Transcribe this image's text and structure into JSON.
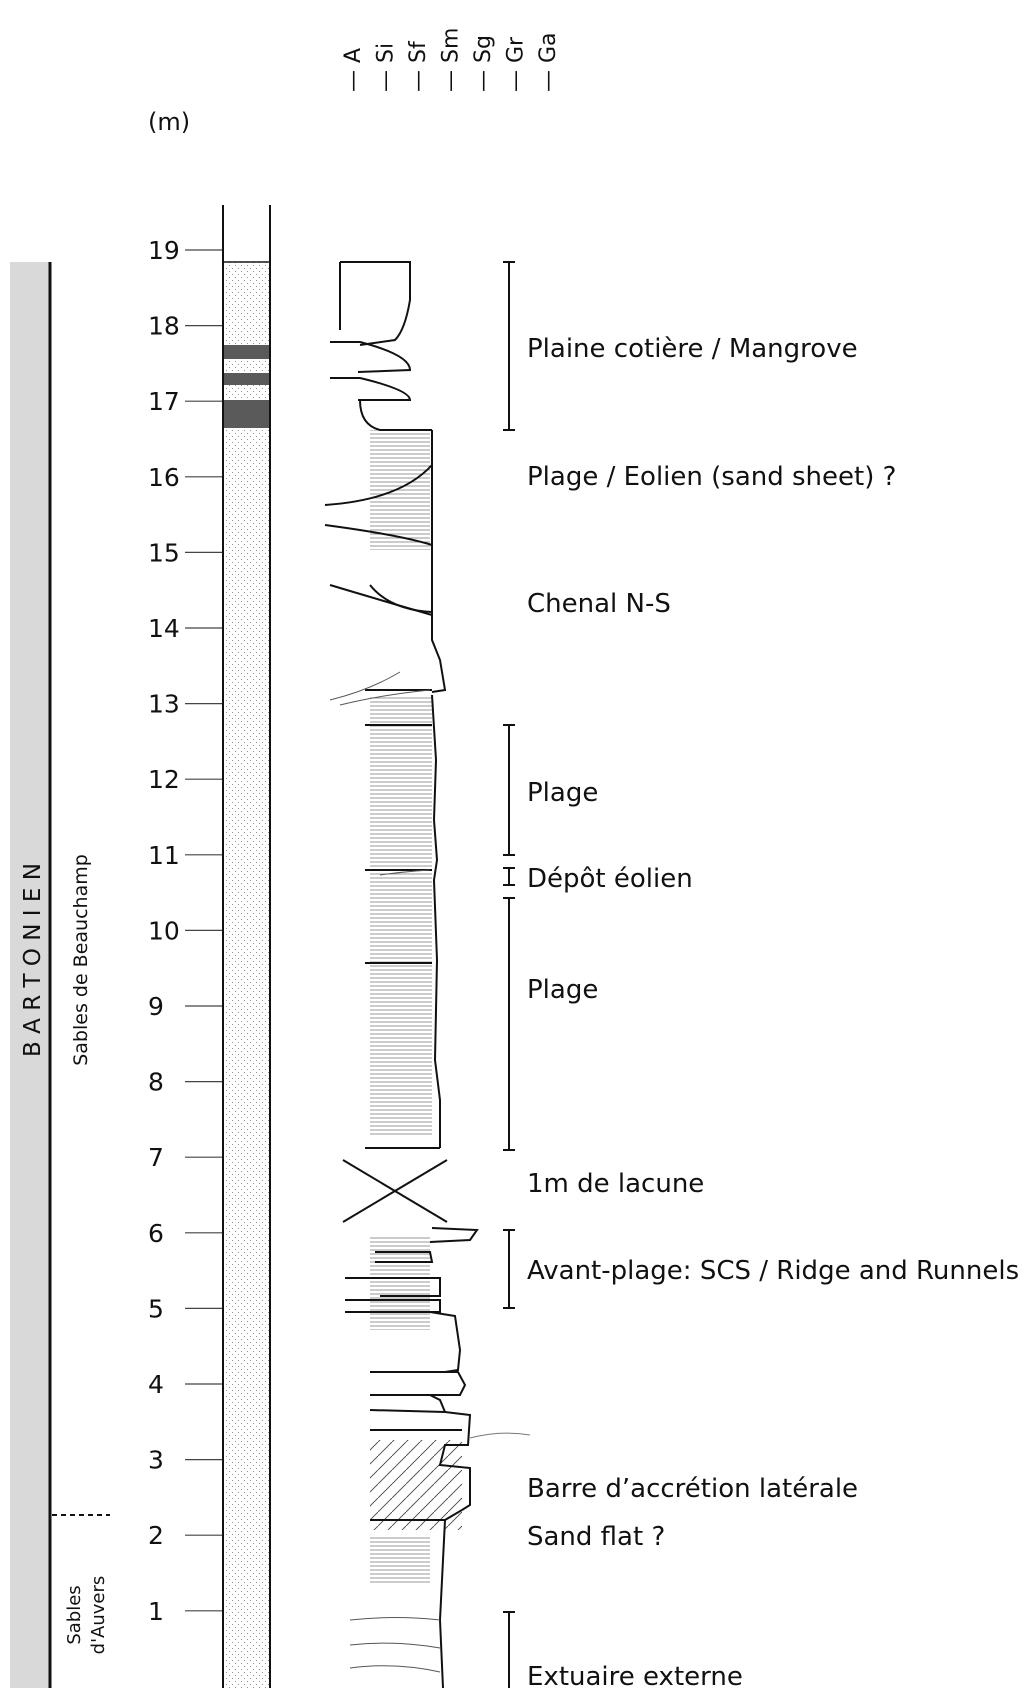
{
  "unit_label": "(m)",
  "grain_size_scale": [
    "A",
    "Si",
    "Sf",
    "Sm",
    "Sg",
    "Gr",
    "Ga"
  ],
  "depth_ticks": [
    "19",
    "18",
    "17",
    "16",
    "15",
    "14",
    "13",
    "12",
    "11",
    "10",
    "9",
    "8",
    "7",
    "6",
    "5",
    "4",
    "3",
    "2",
    "1"
  ],
  "stage": {
    "name": "B A R T O N I E N"
  },
  "formations": [
    {
      "name": "Sables de Beauchamp"
    },
    {
      "line1": "Sables",
      "line2": "d'Auvers"
    }
  ],
  "interpretations": [
    {
      "label": "Plaine cotière / Mangrove",
      "bracket": true
    },
    {
      "label": "Plage / Eolien (sand sheet) ?",
      "bracket": false
    },
    {
      "label": "Chenal N-S",
      "bracket": false
    },
    {
      "label": "Plage",
      "bracket": true
    },
    {
      "label": "Dépôt éolien",
      "bracket": true
    },
    {
      "label": "Plage",
      "bracket": true
    },
    {
      "label": "1m de lacune",
      "bracket": false
    },
    {
      "label": "Avant-plage: SCS / Ridge and Runnels",
      "bracket": true
    },
    {
      "label": "Barre d’accrétion latérale",
      "bracket": false
    },
    {
      "label": "Sand flat ?",
      "bracket": false
    },
    {
      "label": "Extuaire externe",
      "bracket": true
    }
  ],
  "colors": {
    "stage_bar": "#d9d9d9",
    "dark_beds": "#5a5a5a",
    "line": "#111111",
    "hatch": "#555555"
  }
}
